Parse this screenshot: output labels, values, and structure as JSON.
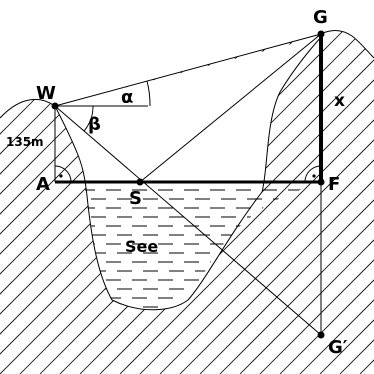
{
  "diagram": {
    "points": {
      "W": "W",
      "A": "A",
      "S": "S",
      "F": "F",
      "G": "G",
      "G_prime": "G′"
    },
    "angles": {
      "alpha": "α",
      "beta": "β"
    },
    "labels": {
      "height": "135m",
      "unknown": "x",
      "lake": "See"
    }
  }
}
